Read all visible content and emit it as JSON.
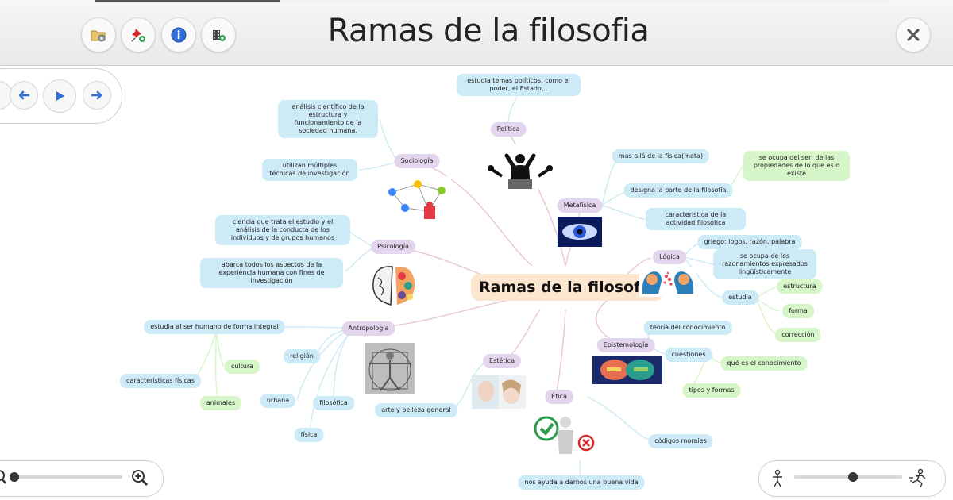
{
  "header": {
    "title": "Ramas de la filosofia",
    "buttons": [
      "folder-settings-icon",
      "pin-add-icon",
      "info-icon",
      "film-add-icon"
    ],
    "close_icon": "close-icon"
  },
  "navigation": [
    "arrow-left-icon",
    "play-icon",
    "arrow-right-icon"
  ],
  "zoom": {
    "level": 0.0
  },
  "speed": {
    "level": 0.5
  },
  "map": {
    "center": "Ramas de la filosofia",
    "branches": [
      {
        "label": "Política",
        "items": [
          "estudia temas políticos, como el poder, el Estado,.."
        ]
      },
      {
        "label": "Metafísica",
        "items": [
          "mas allá de la física(meta)",
          "designa la parte de la filosofía",
          "característica de la actividad filosófica",
          "se ocupa del ser, de las propiedades de lo que es o existe"
        ]
      },
      {
        "label": "Lógica",
        "items": [
          "griego: logos, razón, palabra",
          "se ocupa de los razonamientos expresados lingüísticamente",
          "estudia",
          "estructura",
          "forma",
          "corrección"
        ]
      },
      {
        "label": "Epistemología",
        "items": [
          "teoría del conocimiento",
          "cuestiones",
          "qué es el conocimiento",
          "tipos y formas"
        ]
      },
      {
        "label": "Ética",
        "items": [
          "códigos morales",
          "nos ayuda a darnos una buena vida"
        ]
      },
      {
        "label": "Estética",
        "items": [
          "arte y belleza general"
        ]
      },
      {
        "label": "Antropología",
        "items": [
          "estudia al ser humano de forma integral",
          "características físicas",
          "cultura",
          "animales",
          "religión",
          "urbana",
          "filosófica",
          "física"
        ]
      },
      {
        "label": "Psicología",
        "items": [
          "ciencia que trata el estudio y el análisis de la conducta de los individuos y de grupos humanos",
          "abarca todos los aspectos de la experiencia humana con fines de investigación"
        ]
      },
      {
        "label": "Sociología",
        "items": [
          "análisis científico de la estructura y funcionamiento de la sociedad humana.",
          "utilizan múltiples técnicas de investigación"
        ]
      }
    ]
  }
}
